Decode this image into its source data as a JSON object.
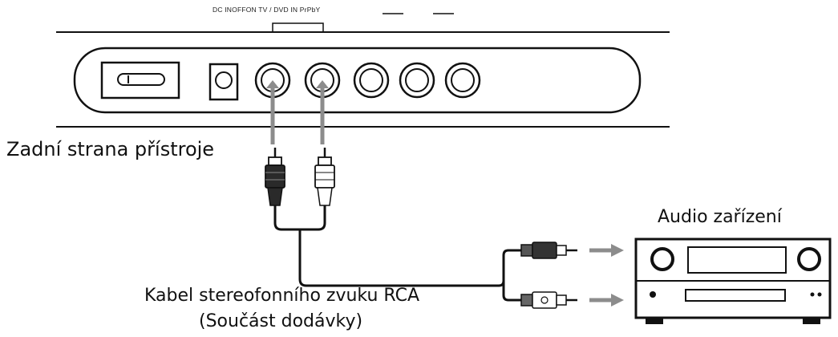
{
  "labels": {
    "jack_strip": "DC INOFFON TV / DVD IN PrPbY",
    "rear_side": "Zadní strana přístroje",
    "audio_device": "Audio zařízení",
    "cable_line1": "Kabel stereofonního zvuku RCA",
    "cable_line2": "(Součást dodávky)"
  }
}
